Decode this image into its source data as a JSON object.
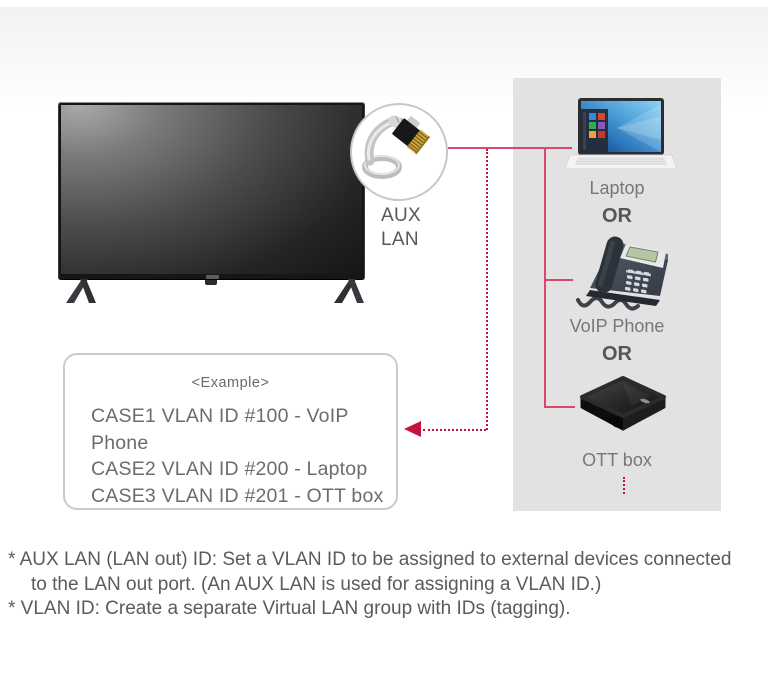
{
  "colors": {
    "accent_solid_line": "#d9486b",
    "accent_dotted_line": "#c3143f",
    "panel_background": "#e2e2e2"
  },
  "aux_port": {
    "line1": "AUX",
    "line2": "LAN"
  },
  "panel": {
    "or_separator": "OR",
    "devices": [
      {
        "label": "Laptop"
      },
      {
        "label": "VoIP Phone"
      },
      {
        "label": "OTT box"
      }
    ]
  },
  "example_box": {
    "title": "<Example>",
    "cases": [
      "CASE1 VLAN ID #100 - VoIP Phone",
      "CASE2 VLAN ID #200 - Laptop",
      "CASE3 VLAN ID #201 - OTT box"
    ]
  },
  "footnotes": [
    "* AUX LAN (LAN out) ID: Set a VLAN ID to be assigned to external devices connected",
    "to the LAN out port. (An AUX LAN is used for assigning a VLAN ID.)",
    "* VLAN ID: Create a separate Virtual LAN group with IDs (tagging)."
  ]
}
